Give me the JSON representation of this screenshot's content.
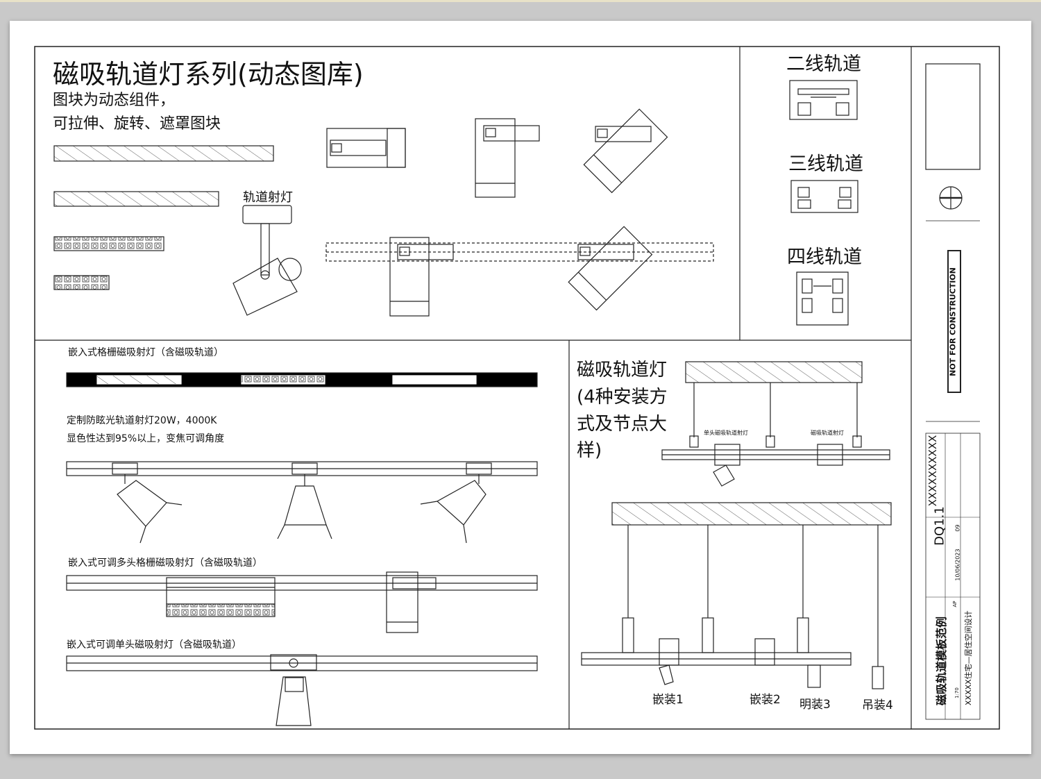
{
  "main_title": "磁吸轨道灯系列(动态图库)",
  "intro": {
    "line1": "图块为动态组件，",
    "line2": "可拉伸、旋转、遮罩图块"
  },
  "labels": {
    "track_spotlight": "轨道射灯",
    "two_wire": "二线轨道",
    "three_wire": "三线轨道",
    "four_wire": "四线轨道",
    "recessed_grille": "嵌入式格栅磁吸射灯（含磁吸轨道）",
    "antiglare_line1": "定制防眩光轨道射灯20W，4000K",
    "antiglare_line2": "显色性达到95%以上，变焦可调角度",
    "adjustable_multi": "嵌入式可调多头格栅磁吸射灯（含磁吸轨道）",
    "adjustable_single": "嵌入式可调单头磁吸射灯（含磁吸轨道）",
    "install_title_1": "磁吸轨道灯",
    "install_title_2": "(4种安装方",
    "install_title_3": "式及节点大",
    "install_title_4": "样)",
    "small_single_head": "单头磁吸轨道射灯",
    "small_track_spot": "磁吸轨道射灯",
    "install_1": "嵌装1",
    "install_2": "嵌装2",
    "install_3": "明装3",
    "install_4": "吊装4"
  },
  "title_block": {
    "not_for_construction": "NOT FOR CONSTRUCTION",
    "drawing_no": "DQ1.1",
    "code": "XXXXXXXXXX",
    "drawing_name": "磁吸轨道模板范例",
    "project": "XXXXX住宅—居住空间设计",
    "date": "10/06/2023",
    "sheet_num": "09",
    "scale": "1:70",
    "etna": "AP"
  },
  "colors": {
    "line": "#222222",
    "background": "#c9c9c9",
    "paper": "#ffffff"
  }
}
